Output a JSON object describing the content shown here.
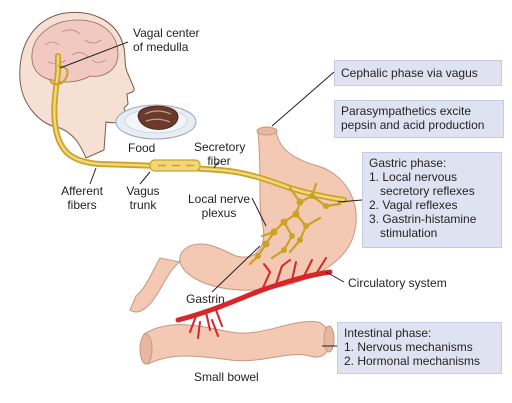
{
  "labels": {
    "vagal_center": [
      "Vagal center",
      "of medulla"
    ],
    "food": "Food",
    "secretory_fiber": [
      "Secretory",
      "fiber"
    ],
    "afferent_fibers": [
      "Afferent",
      "fibers"
    ],
    "vagus_trunk": [
      "Vagus",
      "trunk"
    ],
    "local_nerve_plexus": [
      "Local nerve",
      "plexus"
    ],
    "gastrin": "Gastrin",
    "circulatory_system": "Circulatory system",
    "small_bowel": "Small bowel"
  },
  "boxes": {
    "cephalic": {
      "text": "Cephalic phase via vagus"
    },
    "parasympathetic": {
      "lines": [
        "Parasympathetics excite",
        "pepsin and acid production"
      ]
    },
    "gastric": {
      "title": "Gastric phase:",
      "items": [
        [
          "1. Local nervous",
          "secretory reflexes"
        ],
        [
          "2. Vagal reflexes"
        ],
        [
          "3. Gastrin-histamine",
          "stimulation"
        ]
      ]
    },
    "intestinal": {
      "title": "Intestinal phase:",
      "items": [
        "1. Nervous mechanisms",
        "2. Hormonal mechanisms"
      ]
    }
  },
  "colors": {
    "nerve": "#c9a227",
    "nerve_light": "#f2d77a",
    "stomach": "#f3c9b3",
    "skin": "#f4d7c5",
    "blood": "#d6262b",
    "box": "#dfe3f1"
  }
}
